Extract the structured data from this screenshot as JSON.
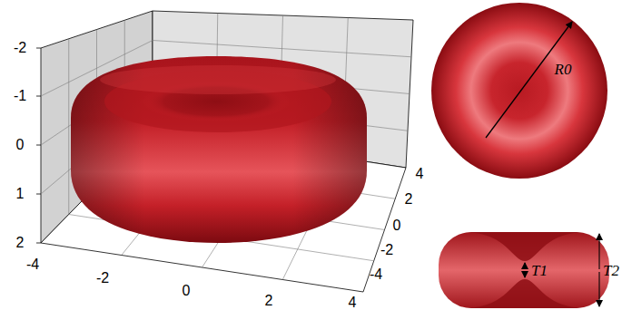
{
  "diagram": {
    "labels": [
      "2",
      "1",
      "0",
      "-1",
      "-2",
      "-4",
      "-2",
      "0",
      "2",
      "4",
      "4",
      "2",
      "0",
      "-2",
      "-4",
      "R0",
      "T1",
      "T2"
    ]
  }
}
